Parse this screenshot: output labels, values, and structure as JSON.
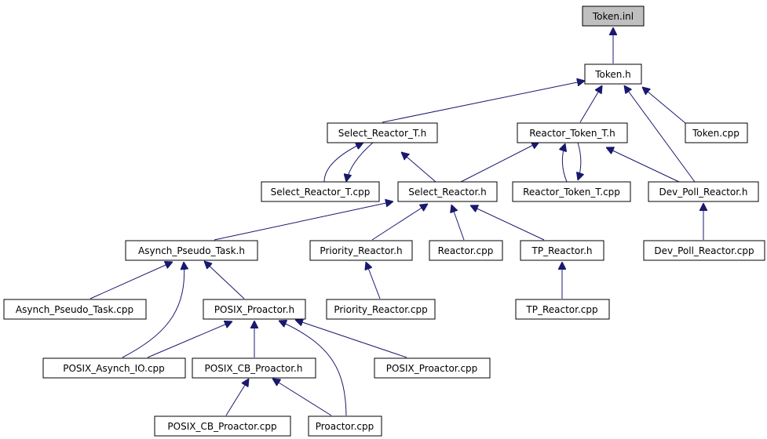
{
  "graph": {
    "colors": {
      "edge": "#191970",
      "root_fill": "#bfbfbf",
      "node_fill": "#ffffff",
      "border": "#000000"
    },
    "nodes": {
      "token_inl": "Token.inl",
      "token_h": "Token.h",
      "select_reactor_t_h": "Select_Reactor_T.h",
      "reactor_token_t_h": "Reactor_Token_T.h",
      "token_cpp": "Token.cpp",
      "select_reactor_t_cpp": "Select_Reactor_T.cpp",
      "select_reactor_h": "Select_Reactor.h",
      "reactor_token_t_cpp": "Reactor_Token_T.cpp",
      "dev_poll_reactor_h": "Dev_Poll_Reactor.h",
      "asynch_pseudo_task_h": "Asynch_Pseudo_Task.h",
      "priority_reactor_h": "Priority_Reactor.h",
      "reactor_cpp": "Reactor.cpp",
      "tp_reactor_h": "TP_Reactor.h",
      "dev_poll_reactor_cpp": "Dev_Poll_Reactor.cpp",
      "asynch_pseudo_task_cpp": "Asynch_Pseudo_Task.cpp",
      "posix_proactor_h": "POSIX_Proactor.h",
      "priority_reactor_cpp": "Priority_Reactor.cpp",
      "tp_reactor_cpp": "TP_Reactor.cpp",
      "posix_asynch_io_cpp": "POSIX_Asynch_IO.cpp",
      "posix_cb_proactor_h": "POSIX_CB_Proactor.h",
      "posix_proactor_cpp": "POSIX_Proactor.cpp",
      "posix_cb_proactor_cpp": "POSIX_CB_Proactor.cpp",
      "proactor_cpp": "Proactor.cpp"
    }
  }
}
